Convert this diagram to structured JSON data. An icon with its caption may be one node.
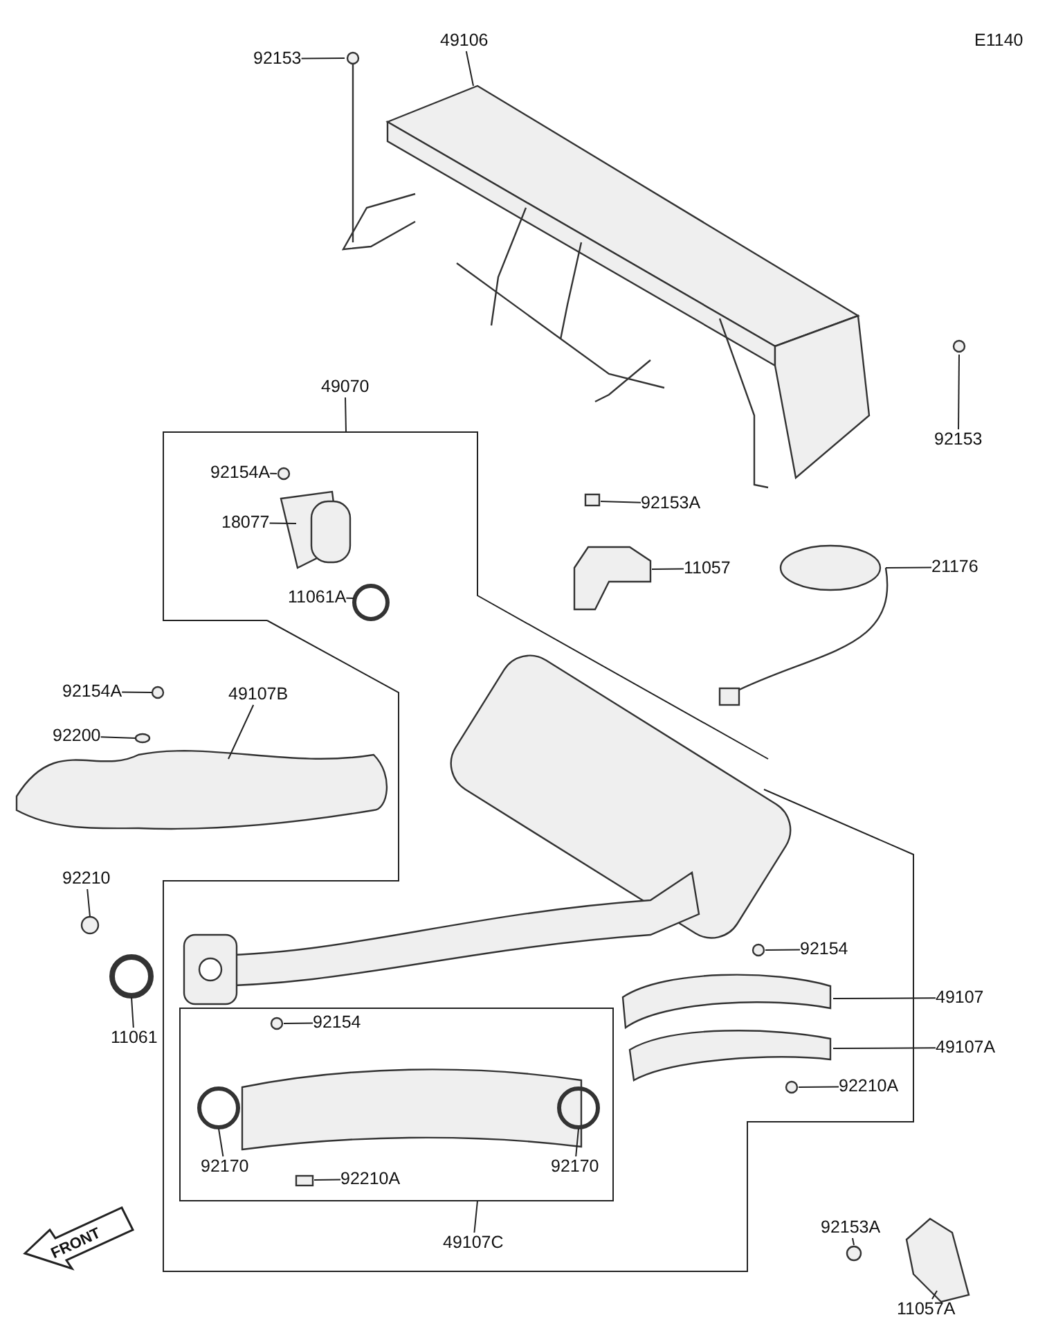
{
  "diagram": {
    "nodes": [
      {
        "text": [
          "92153"
        ]
      },
      {
        "text": [
          "49106"
        ]
      },
      {
        "text": [
          "92153"
        ]
      },
      {
        "text": [
          "49070"
        ]
      },
      {
        "text": [
          "92154A"
        ]
      },
      {
        "text": [
          "18077"
        ]
      },
      {
        "text": [
          "11061A"
        ]
      },
      {
        "text": [
          "92153A"
        ]
      },
      {
        "text": [
          "11057"
        ]
      },
      {
        "text": [
          "21176"
        ]
      },
      {
        "text": [
          "92154A"
        ]
      },
      {
        "text": [
          "49107B"
        ]
      },
      {
        "text": [
          "92200"
        ]
      },
      {
        "text": [
          "92210"
        ]
      },
      {
        "text": [
          "11061"
        ]
      },
      {
        "text": [
          "92154"
        ]
      },
      {
        "text": [
          "49107"
        ]
      },
      {
        "text": [
          "49107A"
        ]
      },
      {
        "text": [
          "92210A"
        ]
      },
      {
        "text": [
          "92154"
        ]
      },
      {
        "text": [
          "92170"
        ]
      },
      {
        "text": [
          "92210A"
        ]
      },
      {
        "text": [
          "92170"
        ]
      },
      {
        "text": [
          "49107C"
        ]
      },
      {
        "text": [
          "92153A"
        ]
      },
      {
        "text": [
          "11057A"
        ]
      }
    ],
    "edges": [
      {
        "from": 0,
        "to": null,
        "arrow": "none"
      },
      {
        "from": 1,
        "to": null,
        "arrow": "none"
      },
      {
        "from": 2,
        "to": null,
        "arrow": "none"
      },
      {
        "from": 3,
        "to": null,
        "arrow": "none"
      },
      {
        "from": 4,
        "to": null,
        "arrow": "none"
      },
      {
        "from": 5,
        "to": null,
        "arrow": "none"
      },
      {
        "from": 6,
        "to": null,
        "arrow": "none"
      },
      {
        "from": 7,
        "to": null,
        "arrow": "none"
      },
      {
        "from": 8,
        "to": null,
        "arrow": "none"
      },
      {
        "from": 9,
        "to": null,
        "arrow": "none"
      },
      {
        "from": 10,
        "to": null,
        "arrow": "none"
      },
      {
        "from": 11,
        "to": null,
        "arrow": "none"
      },
      {
        "from": 12,
        "to": null,
        "arrow": "none"
      },
      {
        "from": 13,
        "to": null,
        "arrow": "none"
      },
      {
        "from": 14,
        "to": null,
        "arrow": "none"
      },
      {
        "from": 15,
        "to": null,
        "arrow": "none"
      },
      {
        "from": 16,
        "to": null,
        "arrow": "none"
      },
      {
        "from": 17,
        "to": null,
        "arrow": "none"
      },
      {
        "from": 18,
        "to": null,
        "arrow": "none"
      },
      {
        "from": 19,
        "to": null,
        "arrow": "none"
      },
      {
        "from": 20,
        "to": null,
        "arrow": "none"
      },
      {
        "from": 21,
        "to": null,
        "arrow": "none"
      },
      {
        "from": 22,
        "to": null,
        "arrow": "none"
      },
      {
        "from": 23,
        "to": null,
        "arrow": "none"
      },
      {
        "from": 24,
        "to": null,
        "arrow": "none"
      },
      {
        "from": 25,
        "to": null,
        "arrow": "none"
      }
    ],
    "labels": [
      "E1140",
      "FRONT"
    ]
  }
}
